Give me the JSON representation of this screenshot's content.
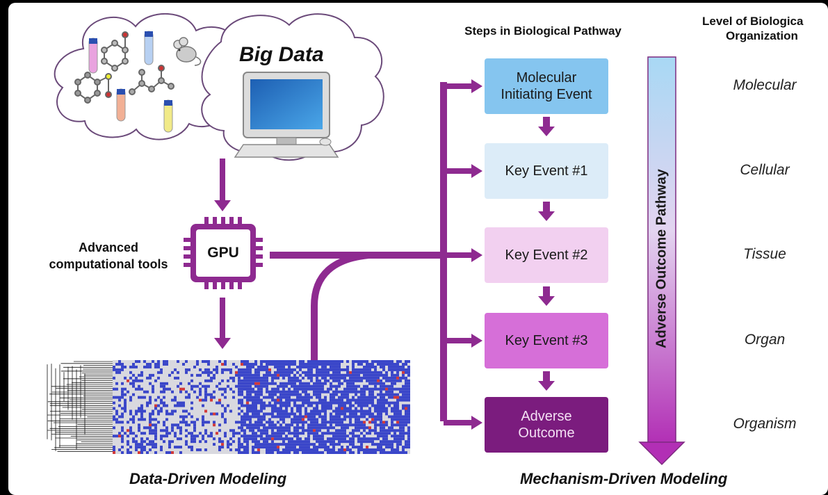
{
  "figure": {
    "big_data": "Big Data",
    "gpu": "GPU",
    "advanced_tools": [
      "Advanced",
      "computational tools"
    ],
    "data_driven_caption": "Data-Driven Modeling",
    "mechanism_driven_caption": "Mechanism-Driven Modeling",
    "steps_header": "Steps in Biological Pathway",
    "levels_header": [
      "Level of Biologica",
      "Organization"
    ],
    "aop_label": "Adverse Outcome Pathway",
    "steps": [
      {
        "label": [
          "Molecular",
          "Initiating Event"
        ],
        "color": "#85c5ef",
        "text_color": "#1a1a1a"
      },
      {
        "label": [
          "Key Event #1"
        ],
        "color": "#dcecf8",
        "text_color": "#1a1a1a"
      },
      {
        "label": [
          "Key Event #2"
        ],
        "color": "#f2d0f0",
        "text_color": "#1a1a1a"
      },
      {
        "label": [
          "Key Event #3"
        ],
        "color": "#d66fd8",
        "text_color": "#1a1a1a"
      },
      {
        "label": [
          "Adverse",
          "Outcome"
        ],
        "color": "#7b1c7e",
        "text_color": "#f4e0f4"
      }
    ],
    "levels": [
      "Molecular",
      "Cellular",
      "Tissue",
      "Organ",
      "Organism"
    ],
    "colors": {
      "accent_purple": "#8e2a90",
      "cloud_outline": "#6b4a7a",
      "heatmap_blue": "#3a46c9",
      "heatmap_red": "#d23a3a",
      "heatmap_gray": "#d9d9df"
    },
    "icons": [
      "molecule-icon",
      "test-tube-icon",
      "mouse-icon",
      "computer-icon",
      "gpu-chip-icon",
      "dendrogram",
      "heatmap"
    ]
  }
}
